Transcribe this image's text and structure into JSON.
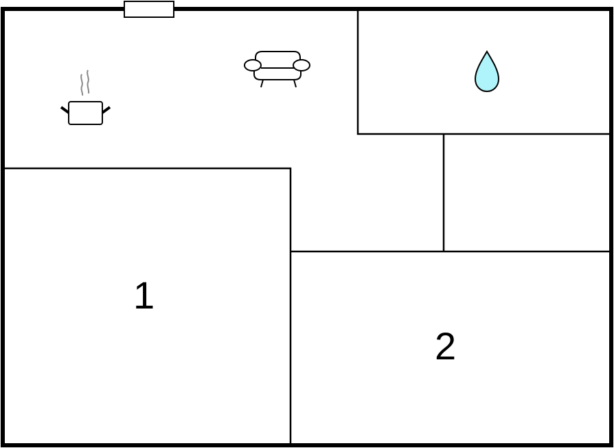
{
  "floorplan": {
    "rooms": [
      {
        "id": "bedroom-1",
        "label": "1"
      },
      {
        "id": "bedroom-2",
        "label": "2"
      }
    ],
    "icons": [
      {
        "name": "kitchen-pot-icon",
        "room": "kitchen"
      },
      {
        "name": "sofa-icon",
        "room": "living-room"
      },
      {
        "name": "water-drop-icon",
        "room": "bathroom"
      }
    ],
    "colors": {
      "wall": "#000000",
      "background": "#ffffff",
      "water": "#aef4fa",
      "steam": "#888888"
    }
  }
}
